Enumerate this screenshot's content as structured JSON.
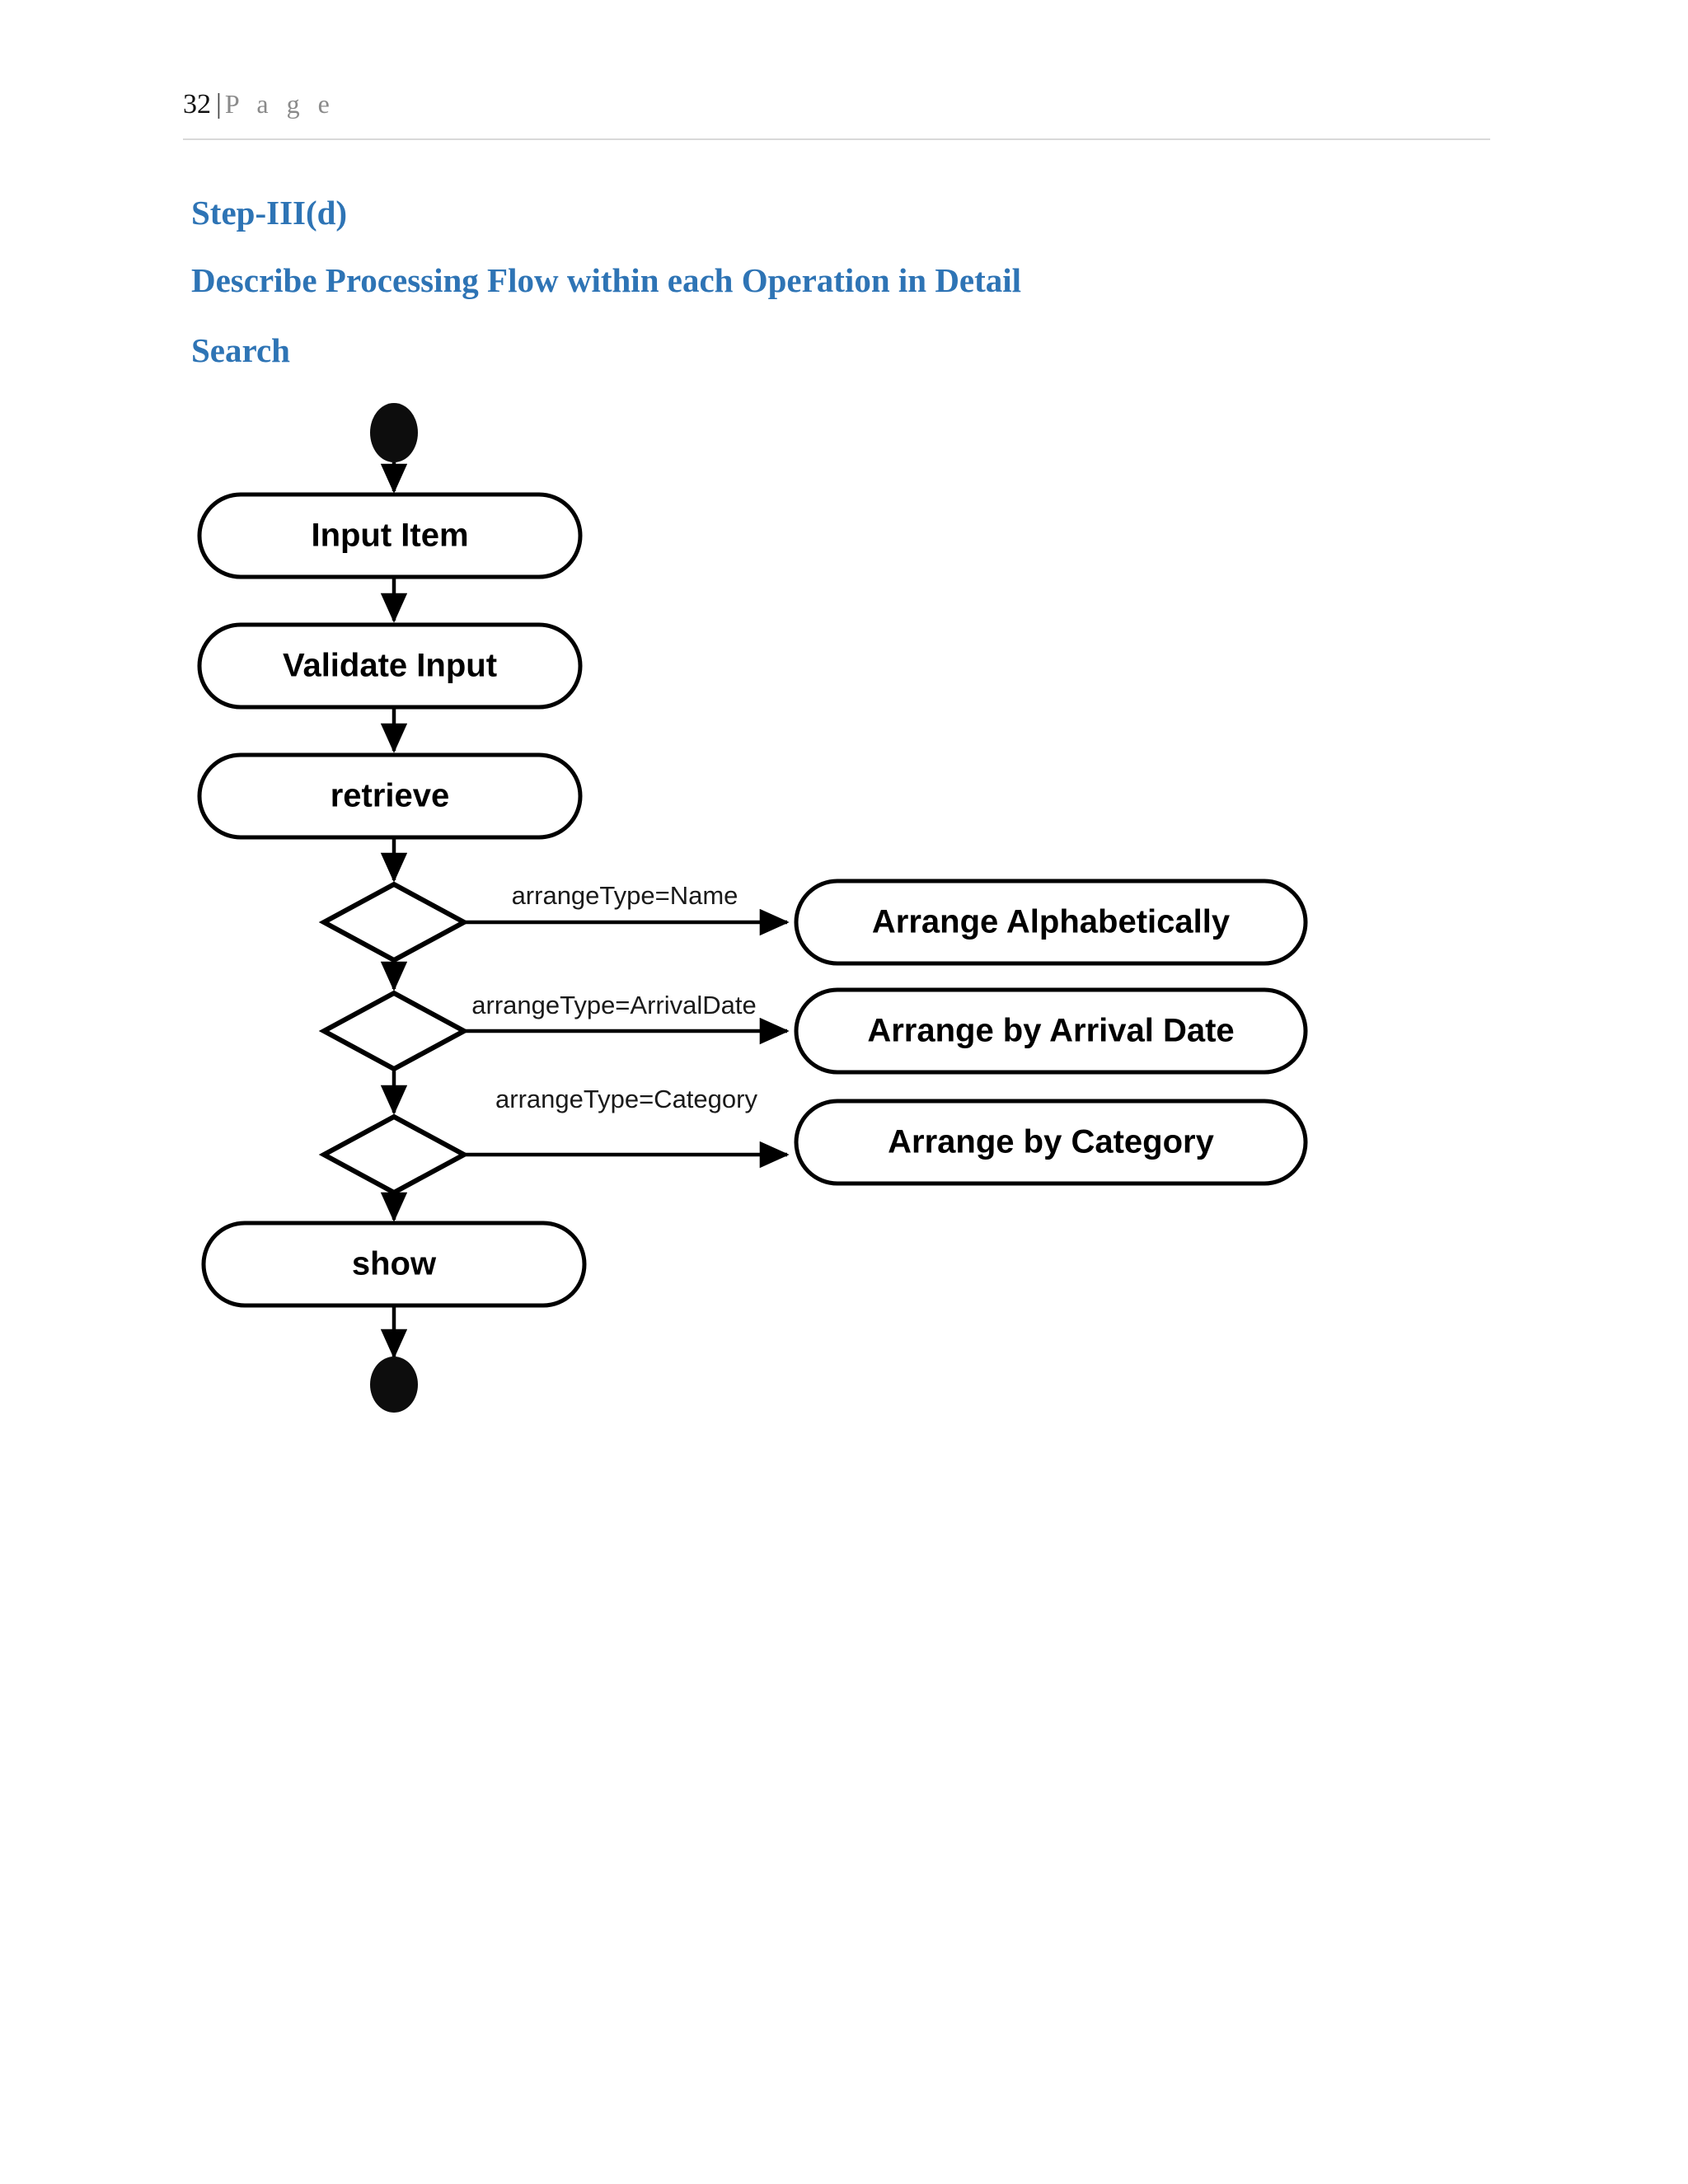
{
  "page": {
    "number": "32",
    "separator": "|",
    "page_word": "P a g e",
    "rule_color": "#d9d9d9"
  },
  "headings": {
    "step": "Step-III(d)",
    "description": "Describe Processing Flow within each Operation in Detail",
    "operation": "Search",
    "color": "#2E74B5"
  },
  "diagram": {
    "type": "uml-activity-diagram",
    "title": "Search",
    "stroke_color": "#000000",
    "fill_color": "#ffffff",
    "terminal_color": "#0d0d0d",
    "initial_node": "initial-node",
    "final_node": "final-node",
    "actions": [
      {
        "id": "input-item",
        "label": "Input Item"
      },
      {
        "id": "validate-input",
        "label": "Validate Input"
      },
      {
        "id": "retrieve",
        "label": "retrieve"
      },
      {
        "id": "show",
        "label": "show"
      }
    ],
    "branch_actions": [
      {
        "id": "arrange-alphabetically",
        "label": "Arrange Alphabetically"
      },
      {
        "id": "arrange-by-arrival-date",
        "label": "Arrange by Arrival Date"
      },
      {
        "id": "arrange-by-category",
        "label": "Arrange by Category"
      }
    ],
    "decisions": [
      {
        "id": "decision-name",
        "guard": "arrangeType=Name"
      },
      {
        "id": "decision-arrivaldate",
        "guard": "arrangeType=ArrivalDate"
      },
      {
        "id": "decision-category",
        "guard": "arrangeType=Category"
      }
    ]
  }
}
